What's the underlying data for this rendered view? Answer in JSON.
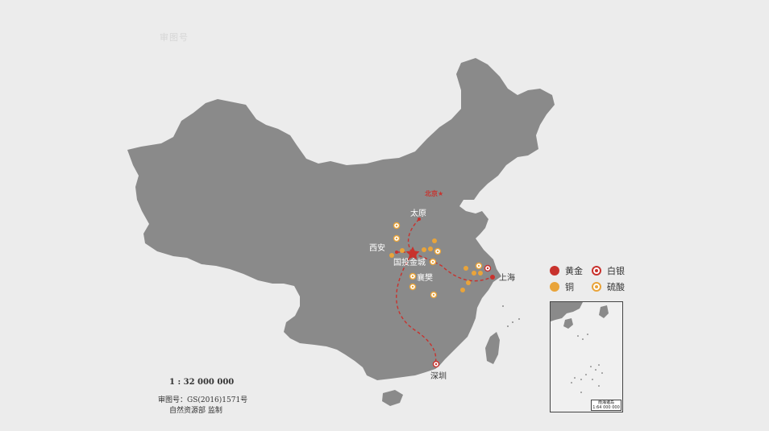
{
  "watermark": "审图号",
  "capital": "北京★",
  "cities": {
    "taiyuan": "太原",
    "xian": "西安",
    "hq": "国投金城",
    "xiangfan": "襄樊",
    "shanghai": "上海",
    "shenzhen": "深圳"
  },
  "legend": {
    "gold": "黄金",
    "silver": "白银",
    "copper": "铜",
    "sulfuric": "硫酸"
  },
  "colors": {
    "land": "#8a8a8a",
    "route": "#c8322d",
    "gold": "#c8322d",
    "copper": "#e9a43a",
    "background": "#ececec"
  },
  "scale": "1 : 32 000 000",
  "approval": {
    "line1": "审图号：GS(2016)1571号",
    "line2": "自然资源部 监制"
  },
  "inset": {
    "label_line1": "南海诸岛",
    "label_line2": "1:64 000 000"
  }
}
